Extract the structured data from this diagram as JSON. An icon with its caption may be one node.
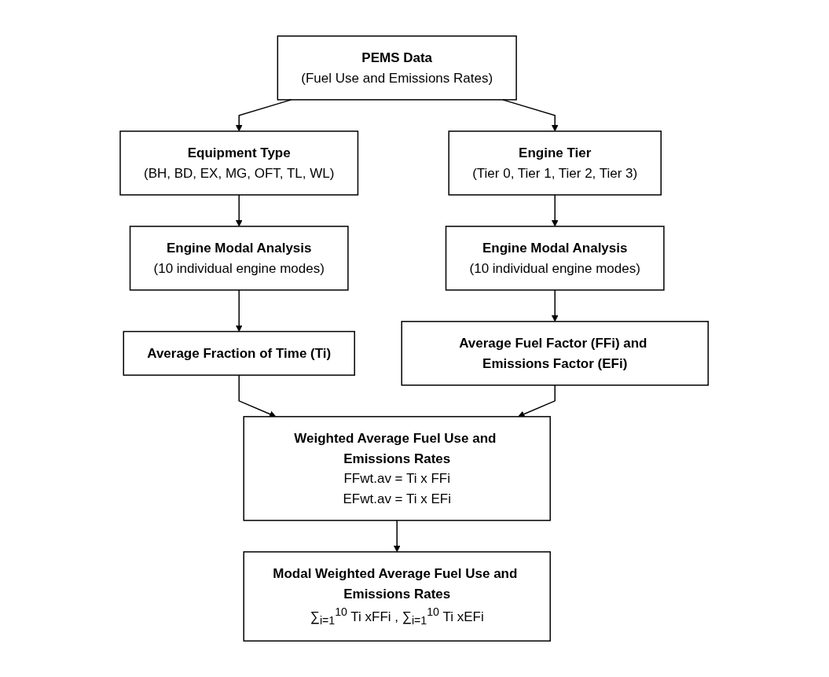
{
  "diagram": {
    "nodes": [
      {
        "text": [
          "PEMS Data",
          "(Fuel Use and Emissions Rates)"
        ]
      },
      {
        "text": [
          "Equipment Type",
          "(BH, BD, EX, MG, OFT, TL, WL)"
        ]
      },
      {
        "text": [
          "Engine Tier",
          "(Tier 0, Tier 1, Tier 2, Tier 3)"
        ]
      },
      {
        "text": [
          "Engine Modal Analysis",
          "(10 individual engine modes)"
        ]
      },
      {
        "text": [
          "Engine Modal Analysis",
          "(10 individual engine modes)"
        ]
      },
      {
        "text": [
          "Average Fraction of Time (Ti)"
        ]
      },
      {
        "text": [
          "Average Fuel Factor (FFi) and Emissions Factor (EFi)"
        ]
      },
      {
        "text": [
          "Weighted Average Fuel Use and Emissions Rates",
          "FFwt.av = Ti x FFi",
          "EFwt.av = Ti x EFi"
        ]
      },
      {
        "text": [
          "Modal Weighted Average Fuel Use and Emissions Rates",
          "∑$_{i=1}$$^{10}$ Ti xFFi , ∑$_{i=1}$$^{10}$ Ti xEFi"
        ]
      }
    ],
    "edges": [
      {
        "from": 0,
        "to": 1,
        "arrow": "to"
      },
      {
        "from": 0,
        "to": 2,
        "arrow": "to"
      },
      {
        "from": 1,
        "to": 3,
        "arrow": "to"
      },
      {
        "from": 2,
        "to": 4,
        "arrow": "to"
      },
      {
        "from": 3,
        "to": 5,
        "arrow": "to"
      },
      {
        "from": 4,
        "to": 6,
        "arrow": "to"
      },
      {
        "from": 5,
        "to": 7,
        "arrow": "to"
      },
      {
        "from": 6,
        "to": 7,
        "arrow": "to"
      },
      {
        "from": 7,
        "to": 8,
        "arrow": "to"
      }
    ]
  }
}
